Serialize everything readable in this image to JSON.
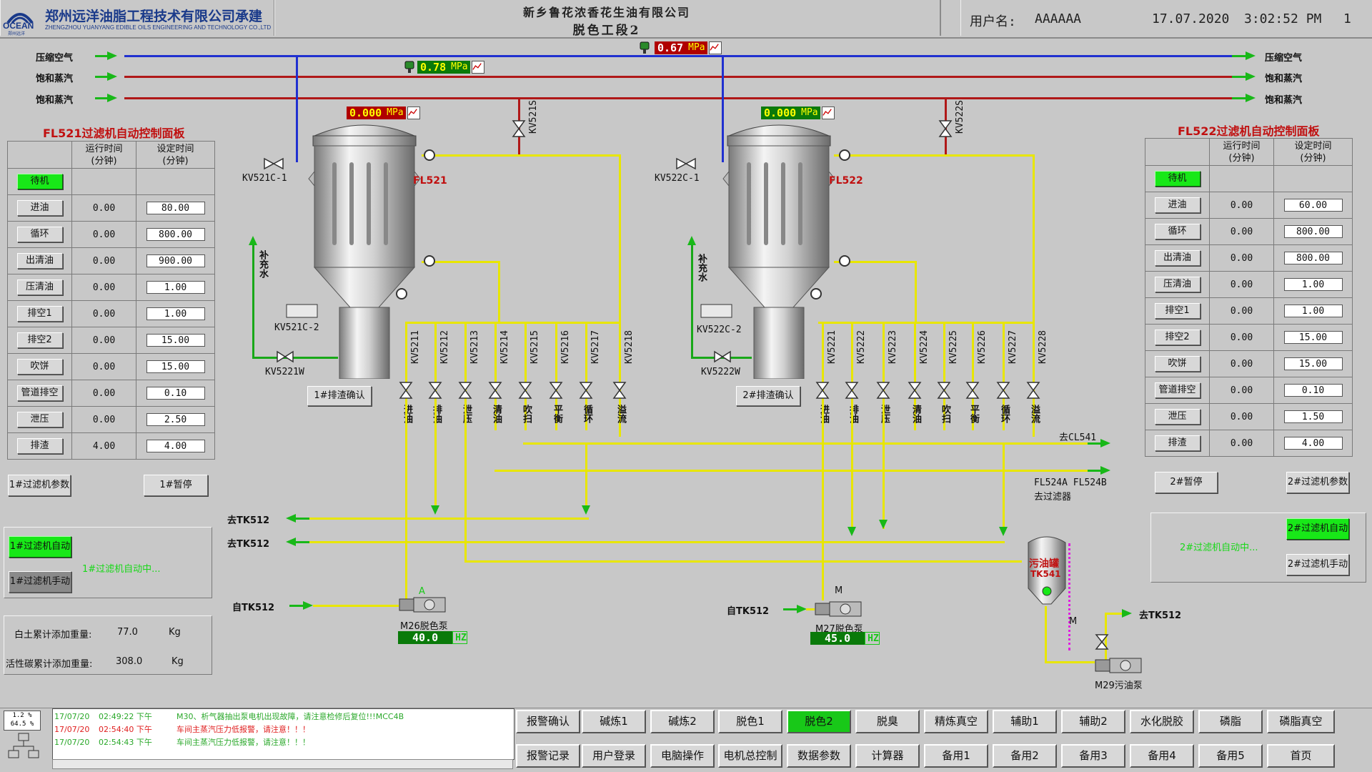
{
  "header": {
    "logo_cn": "郑州远洋油脂工程技术有限公司承建",
    "logo_en": "ZHENGZHOU YUANYANG EDIBLE OILS ENGINEERING AND TECHNOLOGY CO.,LTD",
    "logo_mark": "OCEAN",
    "logo_mark_cn": "郑州远洋",
    "company": "新乡鲁花浓香花生油有限公司",
    "section": "脱色工段2",
    "user_label": "用户名:",
    "user_value": "AAAAAA",
    "date": "17.07.2020",
    "time": "3:02:52 PM",
    "page": "1"
  },
  "lines": {
    "air_left": "压缩空气",
    "steam1_left": "饱和蒸汽",
    "steam2_left": "饱和蒸汽",
    "air_right": "压缩空气",
    "steam1_right": "饱和蒸汽",
    "steam2_right": "饱和蒸汽"
  },
  "pressures": {
    "main": {
      "value": "0.67",
      "unit": "MPa",
      "color": "#c00000"
    },
    "steam": {
      "value": "0.78",
      "unit": "MPa",
      "color": "#0a7a0a"
    },
    "fl521": {
      "value": "0.000",
      "unit": "MPa",
      "color": "#c00000"
    },
    "fl522": {
      "value": "0.000",
      "unit": "MPa",
      "color": "#0a7a0a"
    }
  },
  "filters": {
    "fl521": {
      "name": "FL521",
      "air_valve": "KV521C-1",
      "drain_valve": "KV521C-2",
      "water_valve": "KV5221W",
      "top_valve": "KV521S",
      "water": "补充水",
      "confirm": "1#排渣确认"
    },
    "fl522": {
      "name": "FL522",
      "air_valve": "KV522C-1",
      "drain_valve": "KV522C-2",
      "water_valve": "KV5222W",
      "top_valve": "KV522S",
      "water": "补充水",
      "confirm": "2#排渣确认"
    }
  },
  "valves1": [
    "KV5211",
    "KV5212",
    "KV5213",
    "KV5214",
    "KV5215",
    "KV5216",
    "KV5217",
    "KV5218"
  ],
  "valves2": [
    "KV5221",
    "KV5222",
    "KV5223",
    "KV5224",
    "KV5225",
    "KV5226",
    "KV5227",
    "KV5228"
  ],
  "funcs": [
    "进油",
    "排油",
    "泄压",
    "清油",
    "吹扫",
    "平衡",
    "循环",
    "溢流"
  ],
  "panel1": {
    "title": "FL521过滤机自动控制面板",
    "col_run": "运行时间",
    "col_run_unit": "(分钟)",
    "col_set": "设定时间",
    "col_set_unit": "(分钟)",
    "rows": [
      {
        "label": "待机",
        "run": "",
        "set": "",
        "active": true
      },
      {
        "label": "进油",
        "run": "0.00",
        "set": "80.00"
      },
      {
        "label": "循环",
        "run": "0.00",
        "set": "800.00"
      },
      {
        "label": "出清油",
        "run": "0.00",
        "set": "900.00"
      },
      {
        "label": "压清油",
        "run": "0.00",
        "set": "1.00"
      },
      {
        "label": "排空1",
        "run": "0.00",
        "set": "1.00"
      },
      {
        "label": "排空2",
        "run": "0.00",
        "set": "15.00"
      },
      {
        "label": "吹饼",
        "run": "0.00",
        "set": "15.00"
      },
      {
        "label": "管道排空",
        "run": "0.00",
        "set": "0.10"
      },
      {
        "label": "泄压",
        "run": "0.00",
        "set": "2.50"
      },
      {
        "label": "排渣",
        "run": "4.00",
        "set": "4.00"
      }
    ],
    "params_btn": "1#过滤机参数",
    "pause_btn": "1#暂停",
    "auto_btn": "1#过滤机自动",
    "manual_btn": "1#过滤机手动",
    "status": "1#过滤机自动中..."
  },
  "panel2": {
    "title": "FL522过滤机自动控制面板",
    "col_run": "运行时间",
    "col_run_unit": "(分钟)",
    "col_set": "设定时间",
    "col_set_unit": "(分钟)",
    "rows": [
      {
        "label": "待机",
        "run": "",
        "set": "",
        "active": true
      },
      {
        "label": "进油",
        "run": "0.00",
        "set": "60.00"
      },
      {
        "label": "循环",
        "run": "0.00",
        "set": "800.00"
      },
      {
        "label": "出清油",
        "run": "0.00",
        "set": "800.00"
      },
      {
        "label": "压清油",
        "run": "0.00",
        "set": "1.00"
      },
      {
        "label": "排空1",
        "run": "0.00",
        "set": "1.00"
      },
      {
        "label": "排空2",
        "run": "0.00",
        "set": "15.00"
      },
      {
        "label": "吹饼",
        "run": "0.00",
        "set": "15.00"
      },
      {
        "label": "管道排空",
        "run": "0.00",
        "set": "0.10"
      },
      {
        "label": "泄压",
        "run": "0.00",
        "set": "1.50"
      },
      {
        "label": "排渣",
        "run": "0.00",
        "set": "4.00"
      }
    ],
    "params_btn": "2#过滤机参数",
    "pause_btn": "2#暂停",
    "auto_btn": "2#过滤机自动",
    "manual_btn": "2#过滤机手动",
    "status": "2#过滤机自动中..."
  },
  "additives": {
    "clay_label": "白土累计添加重量:",
    "clay_value": "77.0",
    "clay_unit": "Kg",
    "carbon_label": "活性碳累计添加重量:",
    "carbon_value": "308.0",
    "carbon_unit": "Kg"
  },
  "flows": {
    "to_cl541": "去CL541",
    "to_filters_1": "FL524A FL524B",
    "to_filters_2": "去过滤器",
    "to_tk512_a": "去TK512",
    "to_tk512_b": "去TK512",
    "from_tk512_a": "自TK512",
    "from_tk512_b": "自TK512",
    "to_tk512_c": "去TK512"
  },
  "pumps": {
    "m26": {
      "name": "M26脱色泵",
      "hz": "40.0",
      "unit": "HZ",
      "mark": "A"
    },
    "m27": {
      "name": "M27脱色泵",
      "hz": "45.0",
      "unit": "HZ",
      "mark": "M"
    },
    "m29": {
      "name": "M29污油泵",
      "mark": "M"
    }
  },
  "tank": {
    "name": "污油罐",
    "code": "TK541"
  },
  "alarms": [
    {
      "date": "17/07/20",
      "time": "02:49:22 下午",
      "msg": "M30、析气器抽出泵电机出现故障，请注意检修后复位!!!MCC4B",
      "color": "#2aa82a"
    },
    {
      "date": "17/07/20",
      "time": "02:54:40 下午",
      "msg": "车间主蒸汽压力低报警，请注意！！！",
      "color": "#e02020"
    },
    {
      "date": "17/07/20",
      "time": "02:54:43 下午",
      "msg": "车间主蒸汽压力低报警，请注意！！！",
      "color": "#2aa82a"
    }
  ],
  "status_mini": {
    "line1": "1.2 %",
    "line2": "64.5 %"
  },
  "nav_row1": [
    "报警确认",
    "碱炼1",
    "碱炼2",
    "脱色1",
    "脱色2",
    "脱臭",
    "精炼真空",
    "辅助1",
    "辅助2",
    "水化脱胶",
    "磷脂",
    "磷脂真空"
  ],
  "nav_row2": [
    "报警记录",
    "用户登录",
    "电脑操作",
    "电机总控制",
    "数据参数",
    "计算器",
    "备用1",
    "备用2",
    "备用3",
    "备用4",
    "备用5",
    "首页"
  ],
  "nav_active": "脱色2",
  "colors": {
    "oil_pipe": "#e8e600",
    "air_pipe": "#2030d0",
    "steam_pipe": "#b01818",
    "water_pipe": "#18a818",
    "accent_green": "#18e818",
    "alarm_red": "#c01010"
  }
}
